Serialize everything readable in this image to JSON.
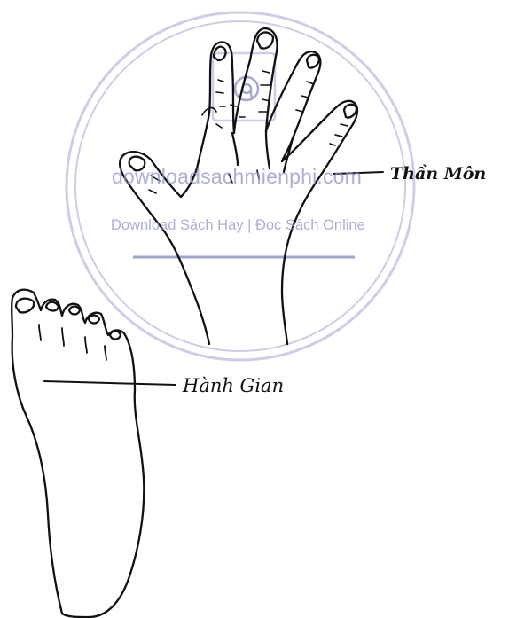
{
  "labels": {
    "than_mon": "Thần Môn",
    "hanh_gian": "Hành Gian"
  },
  "watermark": {
    "site": "downloadsachmienphi.com",
    "tagline": "Download Sách Hay | Đọc Sách Online",
    "icon": "at-sign-icon",
    "color": "#8f94c8"
  }
}
